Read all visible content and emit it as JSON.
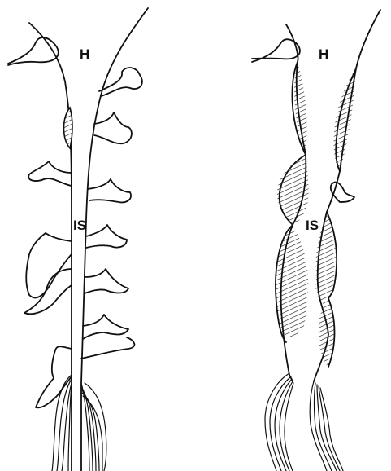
{
  "left_panel": {
    "top_label": "H",
    "middle_label": "IS"
  },
  "right_panel": {
    "top_label": "H",
    "middle_label": "IS"
  },
  "colors": {
    "ink": "#111111",
    "background": "#ffffff"
  }
}
